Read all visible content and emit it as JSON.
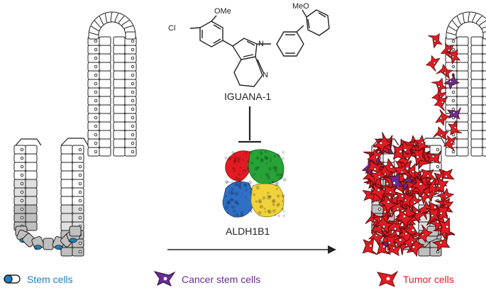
{
  "compound": {
    "name": "IGUANA-1",
    "atoms": {
      "cl": "Cl",
      "ome_left": "OMe",
      "meo_right": "MeO",
      "n_upper": "N",
      "n_lower": "N"
    }
  },
  "enzyme": {
    "name": "ALDH1B1"
  },
  "legend": {
    "stem": {
      "label": "Stem cells",
      "color": "#1b7fc4"
    },
    "cancer_stem": {
      "label": "Cancer stem cells",
      "color": "#6a2c91"
    },
    "tumor": {
      "label": "Tumor cells",
      "color": "#e21b22"
    }
  },
  "icons": {
    "inhibition": "inhibition-bar-icon",
    "progression": "arrow-right-icon"
  }
}
